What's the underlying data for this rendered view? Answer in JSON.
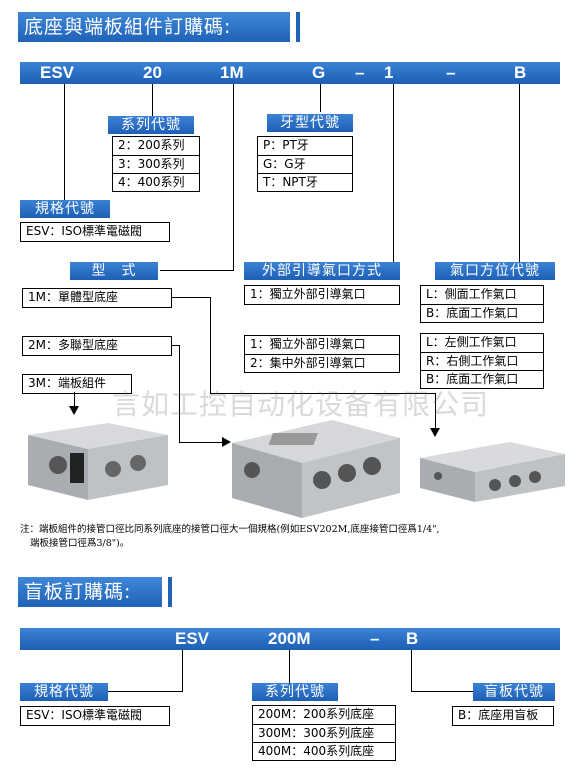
{
  "section1": {
    "title": "底座與端板組件訂購碼:",
    "code": {
      "c1": "ESV",
      "c2": "20",
      "c3": "1M",
      "c4": "G",
      "d1": "–",
      "c5": "1",
      "d2": "–",
      "c6": "B"
    },
    "series_tag": "系列代號",
    "series_rows": [
      "2：200系列",
      "3：300系列",
      "4：400系列"
    ],
    "thread_tag": "牙型代號",
    "thread_rows": [
      "P：PT牙",
      "G：G牙",
      "T：NPT牙"
    ],
    "spec_tag": "規格代號",
    "spec_row": "ESV：ISO標準電磁閥",
    "type_tag": "型　式",
    "type_rows": [
      "1M：單體型底座",
      "2M：多聯型底座",
      "3M：端板組件"
    ],
    "pilot_tag": "外部引導氣口方式",
    "pilot_row1": "1：獨立外部引導氣口",
    "pilot_rows2": [
      "1：獨立外部引導氣口",
      "2：集中外部引導氣口"
    ],
    "port_tag": "氣口方位代號",
    "port_rows1": [
      "L：側面工作氣口",
      "B：底面工作氣口"
    ],
    "port_rows2": [
      "L：左側工作氣口",
      "R：右側工作氣口",
      "B：底面工作氣口"
    ],
    "note_lines": [
      "注：端板組件的接管口徑比同系列底座的接管口徑大一個規格(例如ESV202M,底座接管口徑爲1/4\",",
      "端板接管口徑爲3/8\")。"
    ],
    "watermark": "言如工控自动化设备有限公司"
  },
  "section2": {
    "title": "盲板訂購碼:",
    "code": {
      "c1": "ESV",
      "c2": "200M",
      "d1": "–",
      "c3": "B"
    },
    "spec_tag": "規格代號",
    "spec_row": "ESV：ISO標準電磁閥",
    "series_tag": "系列代號",
    "series_rows": [
      "200M：200系列底座",
      "300M：300系列底座",
      "400M：400系列底座"
    ],
    "blank_tag": "盲板代號",
    "blank_row": "B：底座用盲板"
  },
  "colors": {
    "banner": "#1f63b8",
    "metal": "#b9bcc0"
  }
}
